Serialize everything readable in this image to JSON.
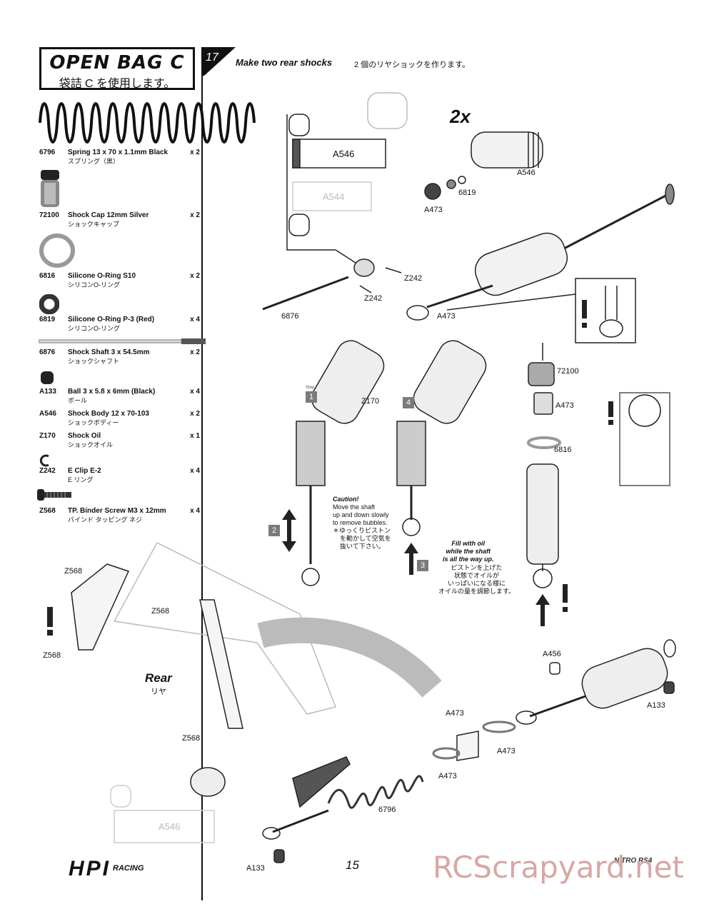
{
  "header": {
    "bag_title": "OPEN BAG C",
    "bag_subtitle": "袋詰 C を使用します。",
    "step_number": "17",
    "step_title": "Make two rear shocks",
    "step_title_jp": "2 個のリヤショックを作ります。"
  },
  "parts": [
    {
      "code": "6796",
      "name": "Spring 13 x 70 x 1.1mm Black",
      "name_jp": "スプリング（黒）",
      "qty": "x 2"
    },
    {
      "code": "72100",
      "name": "Shock Cap 12mm Silver",
      "name_jp": "ショックキャップ",
      "qty": "x 2"
    },
    {
      "code": "6816",
      "name": "Silicone O-Ring S10",
      "name_jp": "シリコンO-リング",
      "qty": "x 2"
    },
    {
      "code": "6819",
      "name": "Silicone O-Ring P-3 (Red)",
      "name_jp": "シリコンO-リング",
      "qty": "x 4"
    },
    {
      "code": "6876",
      "name": "Shock Shaft 3 x 54.5mm",
      "name_jp": "ショックシャフト",
      "qty": "x 2"
    },
    {
      "code": "A133",
      "name": "Ball 3 x 5.8 x 6mm (Black)",
      "name_jp": "ボール",
      "qty": "x 4"
    },
    {
      "code": "A546",
      "name": "Shock Body 12 x 70-103",
      "name_jp": "ショックボディー",
      "qty": "x 2"
    },
    {
      "code": "Z170",
      "name": "Shock Oil",
      "name_jp": "ショックオイル",
      "qty": "x 1"
    },
    {
      "code": "Z242",
      "name": "E Clip E-2",
      "name_jp": "E リング",
      "qty": "x 4"
    },
    {
      "code": "Z568",
      "name": "TP. Binder Screw M3 x 12mm",
      "name_jp": "バインド タッピング ネジ",
      "qty": "x 4"
    }
  ],
  "labels": {
    "a546_top": "A546",
    "a544": "A544",
    "a546_right": "A546",
    "mult": "2x",
    "p6819": "6819",
    "a473_11": "A473",
    "z242_a": "Z242",
    "z242_b": "Z242",
    "p6876": "6876",
    "a473_2": "A473",
    "p72100": "72100",
    "a473_3": "A473",
    "p6816": "6816",
    "z170": "Z170",
    "step_tag": "Step",
    "step1": "1",
    "step2": "2",
    "step3": "3",
    "step4": "4",
    "z568_a": "Z568",
    "z568_b": "Z568",
    "z568_c": "Z568",
    "z568_d": "Z568",
    "rear": "Rear",
    "rear_jp": "リヤ",
    "a456": "A456",
    "a133_right": "A133",
    "a473_10": "A473",
    "a473_4": "A473",
    "a473_8": "A473",
    "p6796": "6796",
    "a546_bottom": "A546",
    "a133_bottom": "A133"
  },
  "notes": {
    "caution_title": "Caution!",
    "caution_l1": "Move the shaft",
    "caution_l2": "up and down slowly",
    "caution_l3": "to remove bubbles.",
    "caution_jp1": "＊ゆっくりピストン",
    "caution_jp2": "を動かして空気を",
    "caution_jp3": "抜いて下さい。",
    "fill_l1": "Fill with oil",
    "fill_l2": "while the shaft",
    "fill_l3": "is all the way up.",
    "fill_jp1": "ピストンを上げた",
    "fill_jp2": "状態でオイルが",
    "fill_jp3": "いっぱいになる様に",
    "fill_jp4": "オイルの量を調節します。"
  },
  "footer": {
    "brand": "HPI",
    "brand_sub": "RACING",
    "page_number": "15",
    "watermark": "RCScrapyard.net",
    "product_logo": "NITRO RS4"
  }
}
